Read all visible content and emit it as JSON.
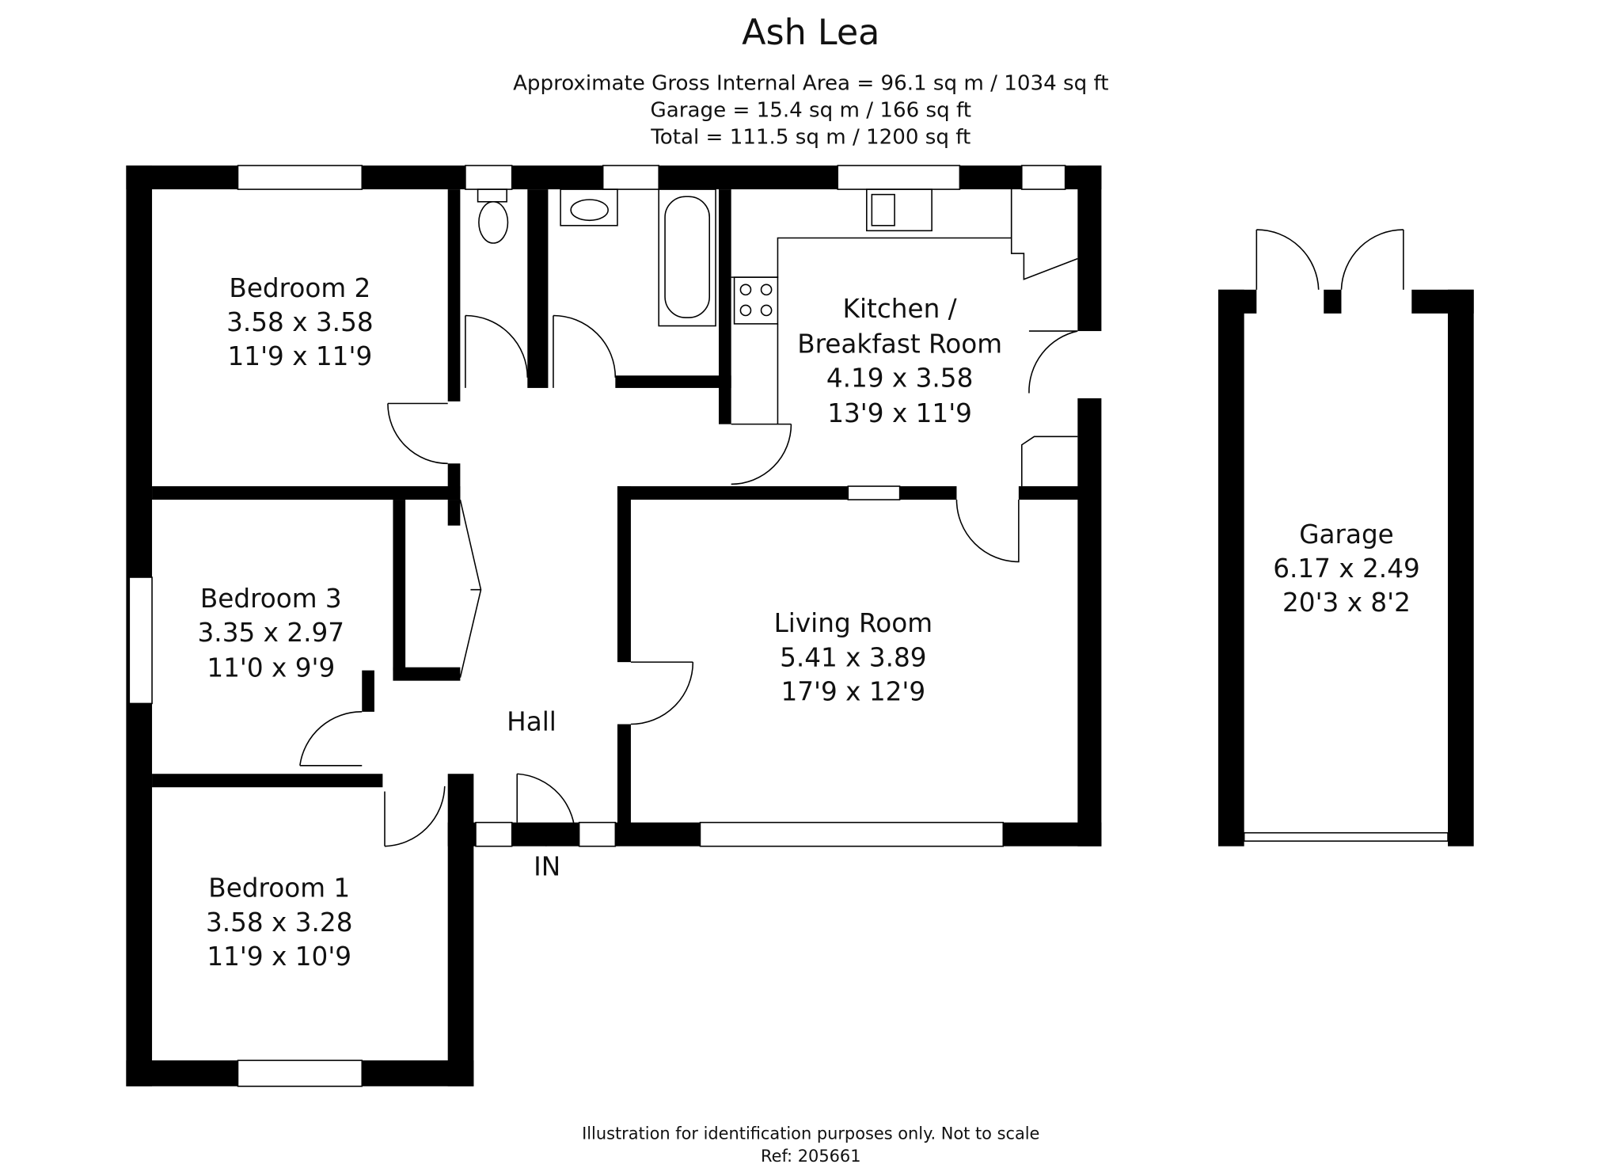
{
  "title": "Ash Lea",
  "areas": {
    "gross_internal": "Approximate Gross Internal Area = 96.1 sq m / 1034 sq ft",
    "garage": "Garage = 15.4 sq m / 166 sq ft",
    "total": "Total = 111.5 sq m / 1200 sq ft"
  },
  "rooms": {
    "bedroom2": {
      "name": "Bedroom 2",
      "metric": "3.58 x 3.58",
      "imperial": "11'9 x 11'9"
    },
    "kitchen": {
      "name": "Kitchen /",
      "name2": "Breakfast Room",
      "metric": "4.19 x 3.58",
      "imperial": "13'9 x 11'9"
    },
    "bedroom3": {
      "name": "Bedroom 3",
      "metric": "3.35 x 2.97",
      "imperial": "11'0 x 9'9"
    },
    "living": {
      "name": "Living Room",
      "metric": "5.41 x 3.89",
      "imperial": "17'9 x 12'9"
    },
    "hall": {
      "name": "Hall"
    },
    "bedroom1": {
      "name": "Bedroom 1",
      "metric": "3.58 x 3.28",
      "imperial": "11'9 x 10'9"
    },
    "garage": {
      "name": "Garage",
      "metric": "6.17 x 2.49",
      "imperial": "20'3 x 8'2"
    }
  },
  "entrance_label": "IN",
  "footer": {
    "disclaimer": "Illustration for identification purposes only. Not to scale",
    "ref": "Ref: 205661"
  }
}
